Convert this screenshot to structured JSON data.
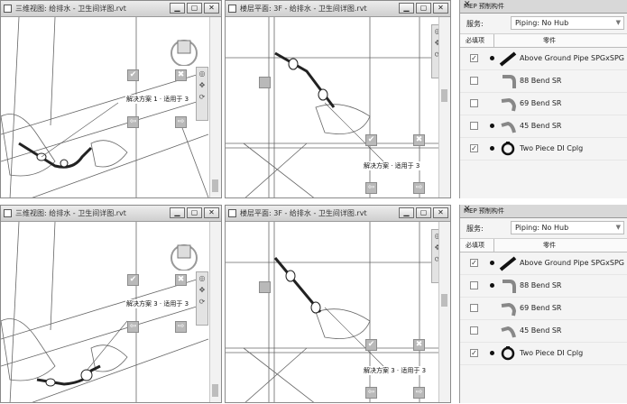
{
  "views": {
    "view3d_title": "三维视图: 给排水 - 卫生间详图.rvt",
    "floor_title": "楼层平面: 3F - 给排水 - 卫生间详图.rvt",
    "win_minimize": "▁",
    "win_restore": "▢",
    "win_close": "✕"
  },
  "top": {
    "label_3d": "解决方案 1 · 适用于 3",
    "label_floor": "解决方案 · 适用于 3"
  },
  "bottom": {
    "label_3d": "解决方案 3 · 适用于 3",
    "label_floor": "解决方案 3 · 适用于 3"
  },
  "panel": {
    "title": "MEP 预制构件",
    "close": "✕",
    "service_label": "服务:",
    "service_value": "Piping: No Hub",
    "col_required": "必填项",
    "col_parts": "零件",
    "parts": [
      {
        "name": "Above Ground Pipe SPGxSPG",
        "checked": true,
        "dot": true,
        "icon": "straight-pipe-icon"
      },
      {
        "name": "88 Bend SR",
        "checked": false,
        "dot": false,
        "icon": "elbow-88-icon"
      },
      {
        "name": "69 Bend SR",
        "checked": false,
        "dot": false,
        "icon": "elbow-69-icon"
      },
      {
        "name": "45 Bend SR",
        "checked": false,
        "dot": true,
        "icon": "elbow-45-icon"
      },
      {
        "name": "Two Piece DI Cplg",
        "checked": true,
        "dot": true,
        "icon": "coupling-ring-icon"
      }
    ]
  },
  "icons": {
    "check": "✓",
    "accept": "✔",
    "reject": "✖",
    "prev": "⇦",
    "next": "⇨",
    "dropdown": "▼"
  },
  "colors": {
    "line": "#555555",
    "title_bg": "#d8d8d8",
    "button_gray": "#b9b9b9"
  }
}
